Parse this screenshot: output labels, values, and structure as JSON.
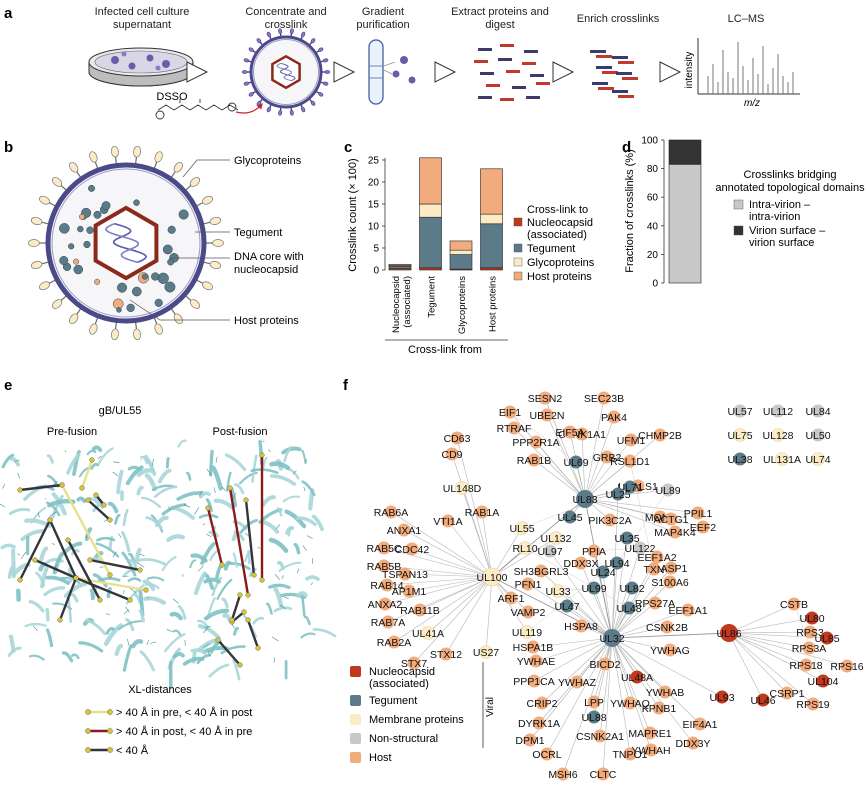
{
  "panel_labels": {
    "a": "a",
    "b": "b",
    "c": "c",
    "d": "d",
    "e": "e",
    "f": "f"
  },
  "panel_a": {
    "steps": [
      {
        "title1": "Infected cell culture",
        "title2": "supernatant"
      },
      {
        "title1": "Concentrate and",
        "title2": "crosslink"
      },
      {
        "title1": "Gradient",
        "title2": "purification"
      },
      {
        "title1": "Extract proteins and",
        "title2": "digest"
      },
      {
        "title1": "Enrich crosslinks",
        "title2": ""
      },
      {
        "title1": "LC–MS",
        "title2": ""
      }
    ],
    "reagent": "DSSO",
    "ms_ylabel": "intensity",
    "ms_xlabel": "m/z"
  },
  "panel_b": {
    "labels": [
      "Glycoproteins",
      "Tegument",
      "DNA core with",
      "nucleocapsid",
      "Host proteins"
    ]
  },
  "colors": {
    "nucleocapsid": "#c0391f",
    "tegument": "#5c7b89",
    "membrane": "#fbecc6",
    "nonstructural": "#c8c8c8",
    "host": "#f2ab7c",
    "intra": "#c8c8c8",
    "surface": "#333333",
    "edge": "#b5b5b5"
  },
  "chart_data": [
    {
      "type": "bar",
      "stacked": true,
      "title": "",
      "xlabel": "Cross-link from",
      "ylabel": "Crosslink count (× 100)",
      "ylim": [
        0,
        25
      ],
      "yticks": [
        0,
        5,
        10,
        15,
        20,
        25
      ],
      "categories": [
        "Nucleocapsid (associated)",
        "Tegument",
        "Glycoproteins",
        "Host proteins"
      ],
      "legend_title": "Cross-link to",
      "series": [
        {
          "name": "Nucleocapsid (associated)",
          "color_key": "nucleocapsid",
          "values": [
            0.3,
            0.5,
            0.2,
            0.5
          ]
        },
        {
          "name": "Tegument",
          "color_key": "tegument",
          "values": [
            0.5,
            11.5,
            3.3,
            10.0
          ]
        },
        {
          "name": "Glycoproteins",
          "color_key": "membrane",
          "values": [
            0.2,
            3.0,
            1.0,
            2.2
          ]
        },
        {
          "name": "Host proteins",
          "color_key": "host",
          "values": [
            0.3,
            10.5,
            2.1,
            10.3
          ]
        }
      ]
    },
    {
      "type": "bar",
      "stacked": true,
      "title": "",
      "xlabel": "",
      "ylabel": "Fraction of crosslinks (%)",
      "ylim": [
        0,
        100
      ],
      "yticks": [
        0,
        20,
        40,
        60,
        80,
        100
      ],
      "categories": [
        "all"
      ],
      "legend_title": "Crosslinks bridging annotated topological domains",
      "legend_title_lines": [
        "Crosslinks bridging",
        "annotated topological domains"
      ],
      "series": [
        {
          "name": "Intra-virion – intra-virion",
          "name_lines": [
            "Intra-virion –",
            "intra-virion"
          ],
          "color_key": "intra",
          "values": [
            83
          ]
        },
        {
          "name": "Virion surface – virion surface",
          "name_lines": [
            "Virion surface –",
            "virion surface"
          ],
          "color_key": "surface",
          "values": [
            17
          ]
        }
      ]
    }
  ],
  "panel_e": {
    "title": "gB/UL55",
    "pre": "Pre-fusion",
    "post": "Post-fusion",
    "legend_title": "XL-distances",
    "legend": [
      {
        "label": "> 40 Å in pre, < 40 Å in post",
        "color": "#e8e08a"
      },
      {
        "label": "> 40 Å in post, < 40 Å in pre",
        "color": "#8b1a1a"
      },
      {
        "label": "< 40 Å",
        "color": "#34343c"
      }
    ]
  },
  "panel_f": {
    "legend": [
      {
        "label": "Nucleocapsid",
        "label2": "(associated)",
        "color_key": "nucleocapsid"
      },
      {
        "label": "Tegument",
        "label2": "",
        "color_key": "tegument"
      },
      {
        "label": "Membrane proteins",
        "label2": "",
        "color_key": "membrane"
      },
      {
        "label": "Non-structural",
        "label2": "",
        "color_key": "nonstructural"
      },
      {
        "label": "Host",
        "label2": "",
        "color_key": "host"
      }
    ],
    "viral_label": "Viral",
    "hubs": [
      {
        "id": "UL32",
        "label": "UL32",
        "type": "tegument"
      },
      {
        "id": "UL100",
        "label": "UL100",
        "type": "membrane"
      },
      {
        "id": "UL83",
        "label": "UL83",
        "type": "tegument"
      },
      {
        "id": "UL86",
        "label": "UL86",
        "type": "nucleocapsid"
      }
    ],
    "nodes": [
      {
        "label": "EIF1",
        "type": "host",
        "hub": "UL83"
      },
      {
        "label": "SESN2",
        "type": "host",
        "hub": "UL83"
      },
      {
        "label": "SEC23B",
        "type": "host",
        "hub": "UL83"
      },
      {
        "label": "UBE2N",
        "type": "host",
        "hub": "UL83"
      },
      {
        "label": "RTRAF",
        "type": "host",
        "hub": "UL83"
      },
      {
        "label": "PAK4",
        "type": "host",
        "hub": "UL83"
      },
      {
        "label": "CSNK1A1",
        "type": "host",
        "hub": "UL83"
      },
      {
        "label": "PPP2R1A",
        "type": "host",
        "hub": "UL83"
      },
      {
        "label": "EIF5A",
        "type": "host",
        "hub": "UL83"
      },
      {
        "label": "UFM1",
        "type": "host",
        "hub": "UL83"
      },
      {
        "label": "CHMP2B",
        "type": "host",
        "hub": "UL83"
      },
      {
        "label": "UL69",
        "type": "tegument",
        "hub": "UL83"
      },
      {
        "label": "GRB2",
        "type": "host",
        "hub": "UL83"
      },
      {
        "label": "RAB1B",
        "type": "host",
        "hub": "UL83"
      },
      {
        "label": "RSL1D1",
        "type": "host",
        "hub": "UL83"
      },
      {
        "label": "CD63",
        "type": "host",
        "hub": "UL100"
      },
      {
        "label": "CD9",
        "type": "host",
        "hub": "UL100"
      },
      {
        "label": "LGALS1",
        "type": "host",
        "hub": "UL83"
      },
      {
        "label": "MON2",
        "type": "host",
        "hub": "UL83"
      },
      {
        "label": "MAP4K4",
        "type": "host",
        "hub": "UL83"
      },
      {
        "label": "UL71",
        "type": "tegument",
        "hub": "UL83"
      },
      {
        "label": "UL89",
        "type": "nonstructural",
        "hub": "UL83"
      },
      {
        "label": "UL148D",
        "type": "membrane",
        "hub": "UL100"
      },
      {
        "label": "UL25",
        "type": "tegument",
        "hub": "UL32"
      },
      {
        "label": "RAB6A",
        "type": "host",
        "hub": "UL100"
      },
      {
        "label": "RAB1A",
        "type": "host",
        "hub": "UL100"
      },
      {
        "label": "VTI1A",
        "type": "host",
        "hub": "UL100"
      },
      {
        "label": "UL45",
        "type": "tegument",
        "hub": "UL83"
      },
      {
        "label": "PIK3C2A",
        "type": "host",
        "hub": "UL83"
      },
      {
        "label": "PPIL1",
        "type": "host",
        "hub": "UL83"
      },
      {
        "label": "EEF2",
        "type": "host",
        "hub": "UL83"
      },
      {
        "label": "ACTG1",
        "type": "host",
        "hub": "UL83"
      },
      {
        "label": "ANXA1",
        "type": "host",
        "hub": "UL100"
      },
      {
        "label": "UL55",
        "type": "membrane",
        "hub": "UL100"
      },
      {
        "label": "UL132",
        "type": "membrane",
        "hub": "UL100"
      },
      {
        "label": "UL35",
        "type": "tegument",
        "hub": "UL32"
      },
      {
        "label": "UL122",
        "type": "nonstructural",
        "hub": "UL32"
      },
      {
        "label": "RAB5C",
        "type": "host",
        "hub": "UL100"
      },
      {
        "label": "CDC42",
        "type": "host",
        "hub": "UL100"
      },
      {
        "label": "RL10",
        "type": "membrane",
        "hub": "UL100"
      },
      {
        "label": "UL97",
        "type": "nonstructural",
        "hub": "UL32"
      },
      {
        "label": "PPIA",
        "type": "host",
        "hub": "UL32"
      },
      {
        "label": "EEF1A2",
        "type": "host",
        "hub": "UL32"
      },
      {
        "label": "LASP1",
        "type": "host",
        "hub": "UL32"
      },
      {
        "label": "RAB5B",
        "type": "host",
        "hub": "UL100"
      },
      {
        "label": "TSPAN13",
        "type": "host",
        "hub": "UL100"
      },
      {
        "label": "DDX3X",
        "type": "host",
        "hub": "UL32"
      },
      {
        "label": "UL94",
        "type": "tegument",
        "hub": "UL32"
      },
      {
        "label": "TXN",
        "type": "host",
        "hub": "UL32"
      },
      {
        "label": "SH3BGRL3",
        "type": "host",
        "hub": "UL32"
      },
      {
        "label": "UL24",
        "type": "tegument",
        "hub": "UL32"
      },
      {
        "label": "S100A6",
        "type": "host",
        "hub": "UL32"
      },
      {
        "label": "RAB14",
        "type": "host",
        "hub": "UL100"
      },
      {
        "label": "PFN1",
        "type": "host",
        "hub": "UL32"
      },
      {
        "label": "UL99",
        "type": "tegument",
        "hub": "UL32"
      },
      {
        "label": "AP1M1",
        "type": "host",
        "hub": "UL100"
      },
      {
        "label": "UL33",
        "type": "membrane",
        "hub": "UL32"
      },
      {
        "label": "UL82",
        "type": "tegument",
        "hub": "UL32"
      },
      {
        "label": "ARF1",
        "type": "host",
        "hub": "UL100"
      },
      {
        "label": "RPS27A",
        "type": "host",
        "hub": "UL32"
      },
      {
        "label": "ANXA2",
        "type": "host",
        "hub": "UL100"
      },
      {
        "label": "UL47",
        "type": "tegument",
        "hub": "UL32"
      },
      {
        "label": "UL48",
        "type": "tegument",
        "hub": "UL32"
      },
      {
        "label": "EEF1A1",
        "type": "host",
        "hub": "UL32"
      },
      {
        "label": "VAMP2",
        "type": "host",
        "hub": "UL100"
      },
      {
        "label": "RAB11B",
        "type": "host",
        "hub": "UL100"
      },
      {
        "label": "RAB7A",
        "type": "host",
        "hub": "UL100"
      },
      {
        "label": "HSPA8",
        "type": "host",
        "hub": "UL32"
      },
      {
        "label": "CSNK2B",
        "type": "host",
        "hub": "UL32"
      },
      {
        "label": "UL119",
        "type": "membrane",
        "hub": "UL100"
      },
      {
        "label": "UL41A",
        "type": "membrane",
        "hub": "UL100"
      },
      {
        "label": "HSPA1B",
        "type": "host",
        "hub": "UL32"
      },
      {
        "label": "RAB2A",
        "type": "host",
        "hub": "UL100"
      },
      {
        "label": "STX12",
        "type": "host",
        "hub": "UL100"
      },
      {
        "label": "US27",
        "type": "membrane",
        "hub": "UL100"
      },
      {
        "label": "STX7",
        "type": "host",
        "hub": "UL100"
      },
      {
        "label": "YWHAE",
        "type": "host",
        "hub": "UL32"
      },
      {
        "label": "BICD2",
        "type": "host",
        "hub": "UL32"
      },
      {
        "label": "YWHAG",
        "type": "host",
        "hub": "UL32"
      },
      {
        "label": "UL48A",
        "type": "nucleocapsid",
        "hub": "UL32"
      },
      {
        "label": "PPP1CA",
        "type": "host",
        "hub": "UL32"
      },
      {
        "label": "YWHAZ",
        "type": "host",
        "hub": "UL32"
      },
      {
        "label": "YWHAB",
        "type": "host",
        "hub": "UL32"
      },
      {
        "label": "UL93",
        "type": "nucleocapsid",
        "hub": "UL32"
      },
      {
        "label": "UL46",
        "type": "nucleocapsid",
        "hub": "UL86"
      },
      {
        "label": "CRIP2",
        "type": "host",
        "hub": "UL32"
      },
      {
        "label": "LPP",
        "type": "host",
        "hub": "UL32"
      },
      {
        "label": "YWHAQ",
        "type": "host",
        "hub": "UL32"
      },
      {
        "label": "KPNB1",
        "type": "host",
        "hub": "UL32"
      },
      {
        "label": "DYRK1A",
        "type": "host",
        "hub": "UL32"
      },
      {
        "label": "UL88",
        "type": "tegument",
        "hub": "UL32"
      },
      {
        "label": "CSNK2A1",
        "type": "host",
        "hub": "UL32"
      },
      {
        "label": "MAPRE1",
        "type": "host",
        "hub": "UL32"
      },
      {
        "label": "EIF4A1",
        "type": "host",
        "hub": "UL32"
      },
      {
        "label": "DPM1",
        "type": "host",
        "hub": "UL32"
      },
      {
        "label": "OCRL",
        "type": "host",
        "hub": "UL32"
      },
      {
        "label": "TNPO1",
        "type": "host",
        "hub": "UL32"
      },
      {
        "label": "YWHAH",
        "type": "host",
        "hub": "UL32"
      },
      {
        "label": "DDX3Y",
        "type": "host",
        "hub": "UL32"
      },
      {
        "label": "MSH6",
        "type": "host",
        "hub": "UL32"
      },
      {
        "label": "CLTC",
        "type": "host",
        "hub": "UL32"
      },
      {
        "label": "CSTB",
        "type": "host",
        "hub": "UL86"
      },
      {
        "label": "UL80",
        "type": "nucleocapsid",
        "hub": "UL86"
      },
      {
        "label": "RPS3",
        "type": "host",
        "hub": "UL86"
      },
      {
        "label": "UL85",
        "type": "nucleocapsid",
        "hub": "UL86"
      },
      {
        "label": "RPS3A",
        "type": "host",
        "hub": "UL86"
      },
      {
        "label": "RPS18",
        "type": "host",
        "hub": "UL86"
      },
      {
        "label": "RPS16",
        "type": "host",
        "hub": "UL86"
      },
      {
        "label": "UL104",
        "type": "nucleocapsid",
        "hub": "UL86"
      },
      {
        "label": "CSRP1",
        "type": "host",
        "hub": "UL86"
      },
      {
        "label": "RPS19",
        "type": "host",
        "hub": "UL86"
      }
    ],
    "isolated": [
      {
        "label": "UL57",
        "type": "nonstructural"
      },
      {
        "label": "UL112",
        "type": "nonstructural"
      },
      {
        "label": "UL84",
        "type": "nonstructural"
      },
      {
        "label": "UL75",
        "type": "membrane"
      },
      {
        "label": "UL128",
        "type": "membrane"
      },
      {
        "label": "UL50",
        "type": "nonstructural"
      },
      {
        "label": "UL38",
        "type": "tegument"
      },
      {
        "label": "UL131A",
        "type": "membrane"
      },
      {
        "label": "UL74",
        "type": "membrane"
      }
    ]
  }
}
